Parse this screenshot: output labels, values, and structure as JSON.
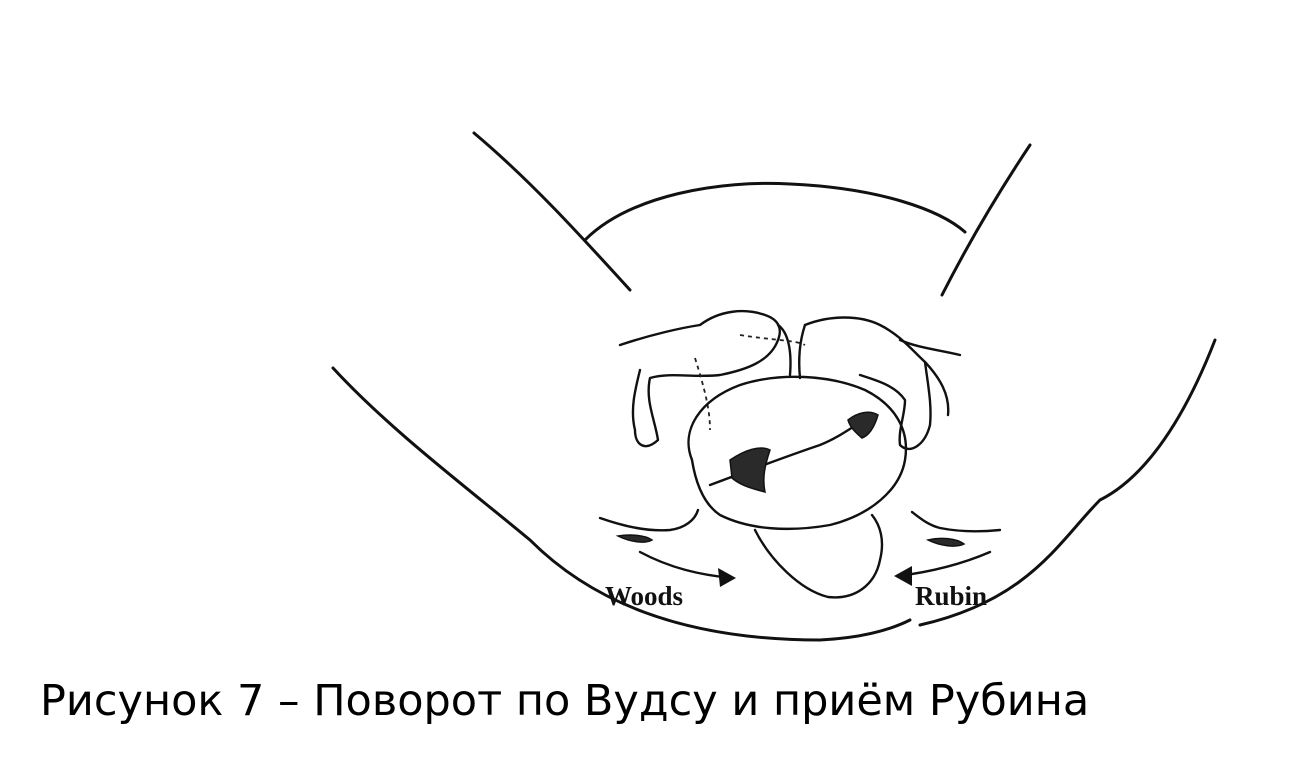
{
  "figure": {
    "label_left": "Woods",
    "label_right": "Rubin"
  },
  "caption": "Рисунок 7 – Поворот по Вудсу и приём Рубина"
}
